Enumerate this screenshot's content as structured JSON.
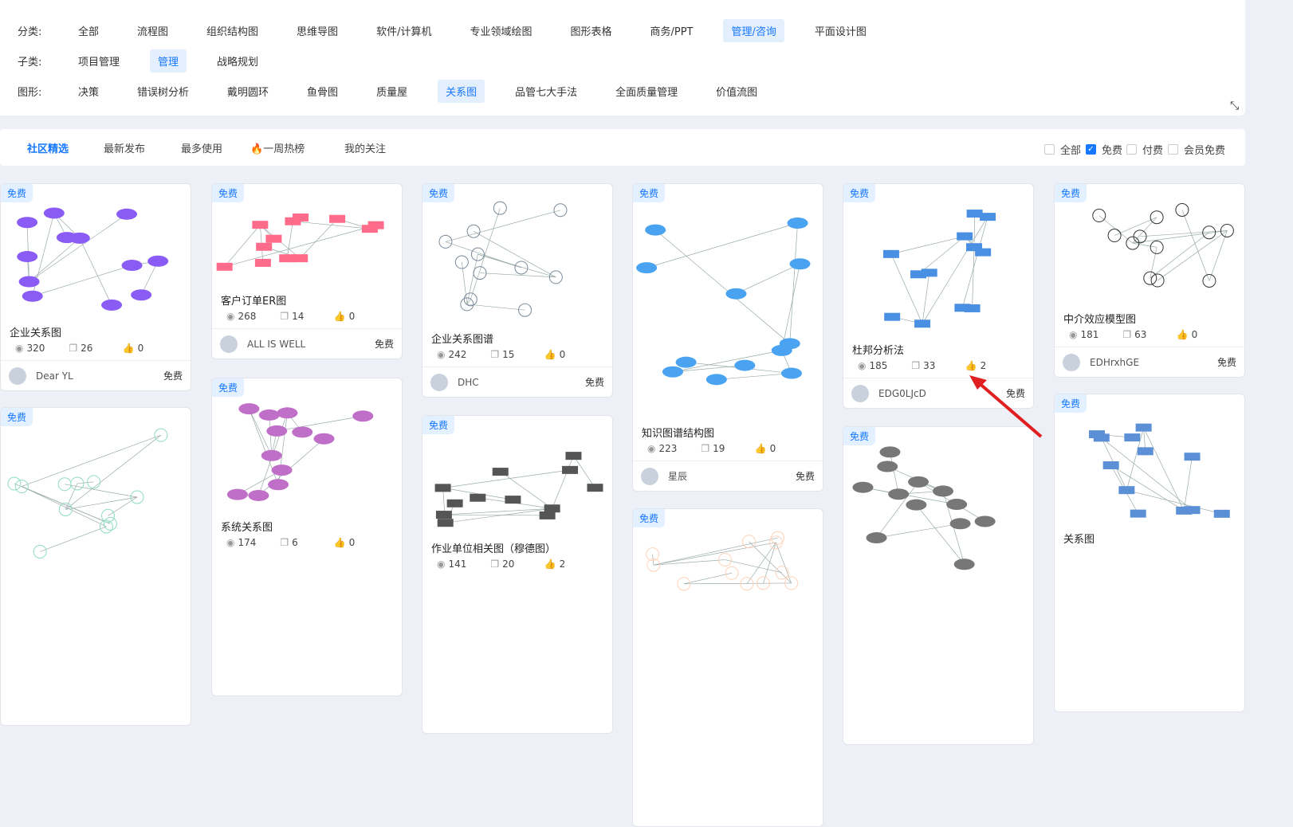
{
  "filters": {
    "category": {
      "label": "分类:",
      "items": [
        "全部",
        "流程图",
        "组织结构图",
        "思维导图",
        "软件/计算机",
        "专业领域绘图",
        "图形表格",
        "商务/PPT",
        "管理/咨询",
        "平面设计图"
      ],
      "active": 8
    },
    "subcategory": {
      "label": "子类:",
      "items": [
        "项目管理",
        "管理",
        "战略规划"
      ],
      "active": 1
    },
    "shape": {
      "label": "图形:",
      "items": [
        "决策",
        "错误树分析",
        "戴明圆环",
        "鱼骨图",
        "质量屋",
        "关系图",
        "品管七大手法",
        "全面质量管理",
        "价值流图"
      ],
      "active": 5
    },
    "expand_icon": "expand-icon"
  },
  "tabs": {
    "items": [
      "社区精选",
      "最新发布",
      "最多使用",
      "一周热榜",
      "我的关注"
    ],
    "active": 0,
    "hot_icon": "fire-icon"
  },
  "price_filter": [
    {
      "label": "全部",
      "checked": false
    },
    {
      "label": "免费",
      "checked": true
    },
    {
      "label": "付费",
      "checked": false
    },
    {
      "label": "会员免费",
      "checked": false
    }
  ],
  "accent": "#1677ff",
  "cards": [
    {
      "badge": "免费",
      "title": "企业关系图",
      "views": "320",
      "copies": "26",
      "likes": "0",
      "author": "Dear YL",
      "price": "免费"
    },
    {
      "badge": "免费",
      "title": "",
      "views": "",
      "copies": "",
      "likes": "",
      "author": "",
      "price": ""
    },
    {
      "badge": "免费",
      "title": "客户订单ER图",
      "views": "268",
      "copies": "14",
      "likes": "0",
      "author": "ALL IS WELL",
      "price": "免费"
    },
    {
      "badge": "免费",
      "title": "系统关系图",
      "views": "174",
      "copies": "6",
      "likes": "0",
      "author": "",
      "price": ""
    },
    {
      "badge": "免费",
      "title": "企业关系图谱",
      "views": "242",
      "copies": "15",
      "likes": "0",
      "author": "DHC",
      "price": "免费"
    },
    {
      "badge": "免费",
      "title": "作业单位相关图（穆德图）",
      "views": "141",
      "copies": "20",
      "likes": "2",
      "author": "",
      "price": ""
    },
    {
      "badge": "免费",
      "title": "知识图谱结构图",
      "views": "223",
      "copies": "19",
      "likes": "0",
      "author": "星辰",
      "price": "免费"
    },
    {
      "badge": "免费",
      "title": "",
      "views": "",
      "copies": "",
      "likes": "",
      "author": "",
      "price": ""
    },
    {
      "badge": "免费",
      "title": "杜邦分析法",
      "views": "185",
      "copies": "33",
      "likes": "2",
      "author": "EDG0LJcD",
      "price": "免费"
    },
    {
      "badge": "免费",
      "title": "",
      "views": "",
      "copies": "",
      "likes": "",
      "author": "",
      "price": ""
    },
    {
      "badge": "免费",
      "title": "中介效应模型图",
      "views": "181",
      "copies": "63",
      "likes": "0",
      "author": "EDHrxhGE",
      "price": "免费"
    },
    {
      "badge": "免费",
      "title": "关系图",
      "views": "",
      "copies": "",
      "likes": "",
      "author": "",
      "price": ""
    }
  ],
  "icons": {
    "views": "eye-icon",
    "copies": "copy-icon",
    "likes": "thumbs-up-icon"
  }
}
